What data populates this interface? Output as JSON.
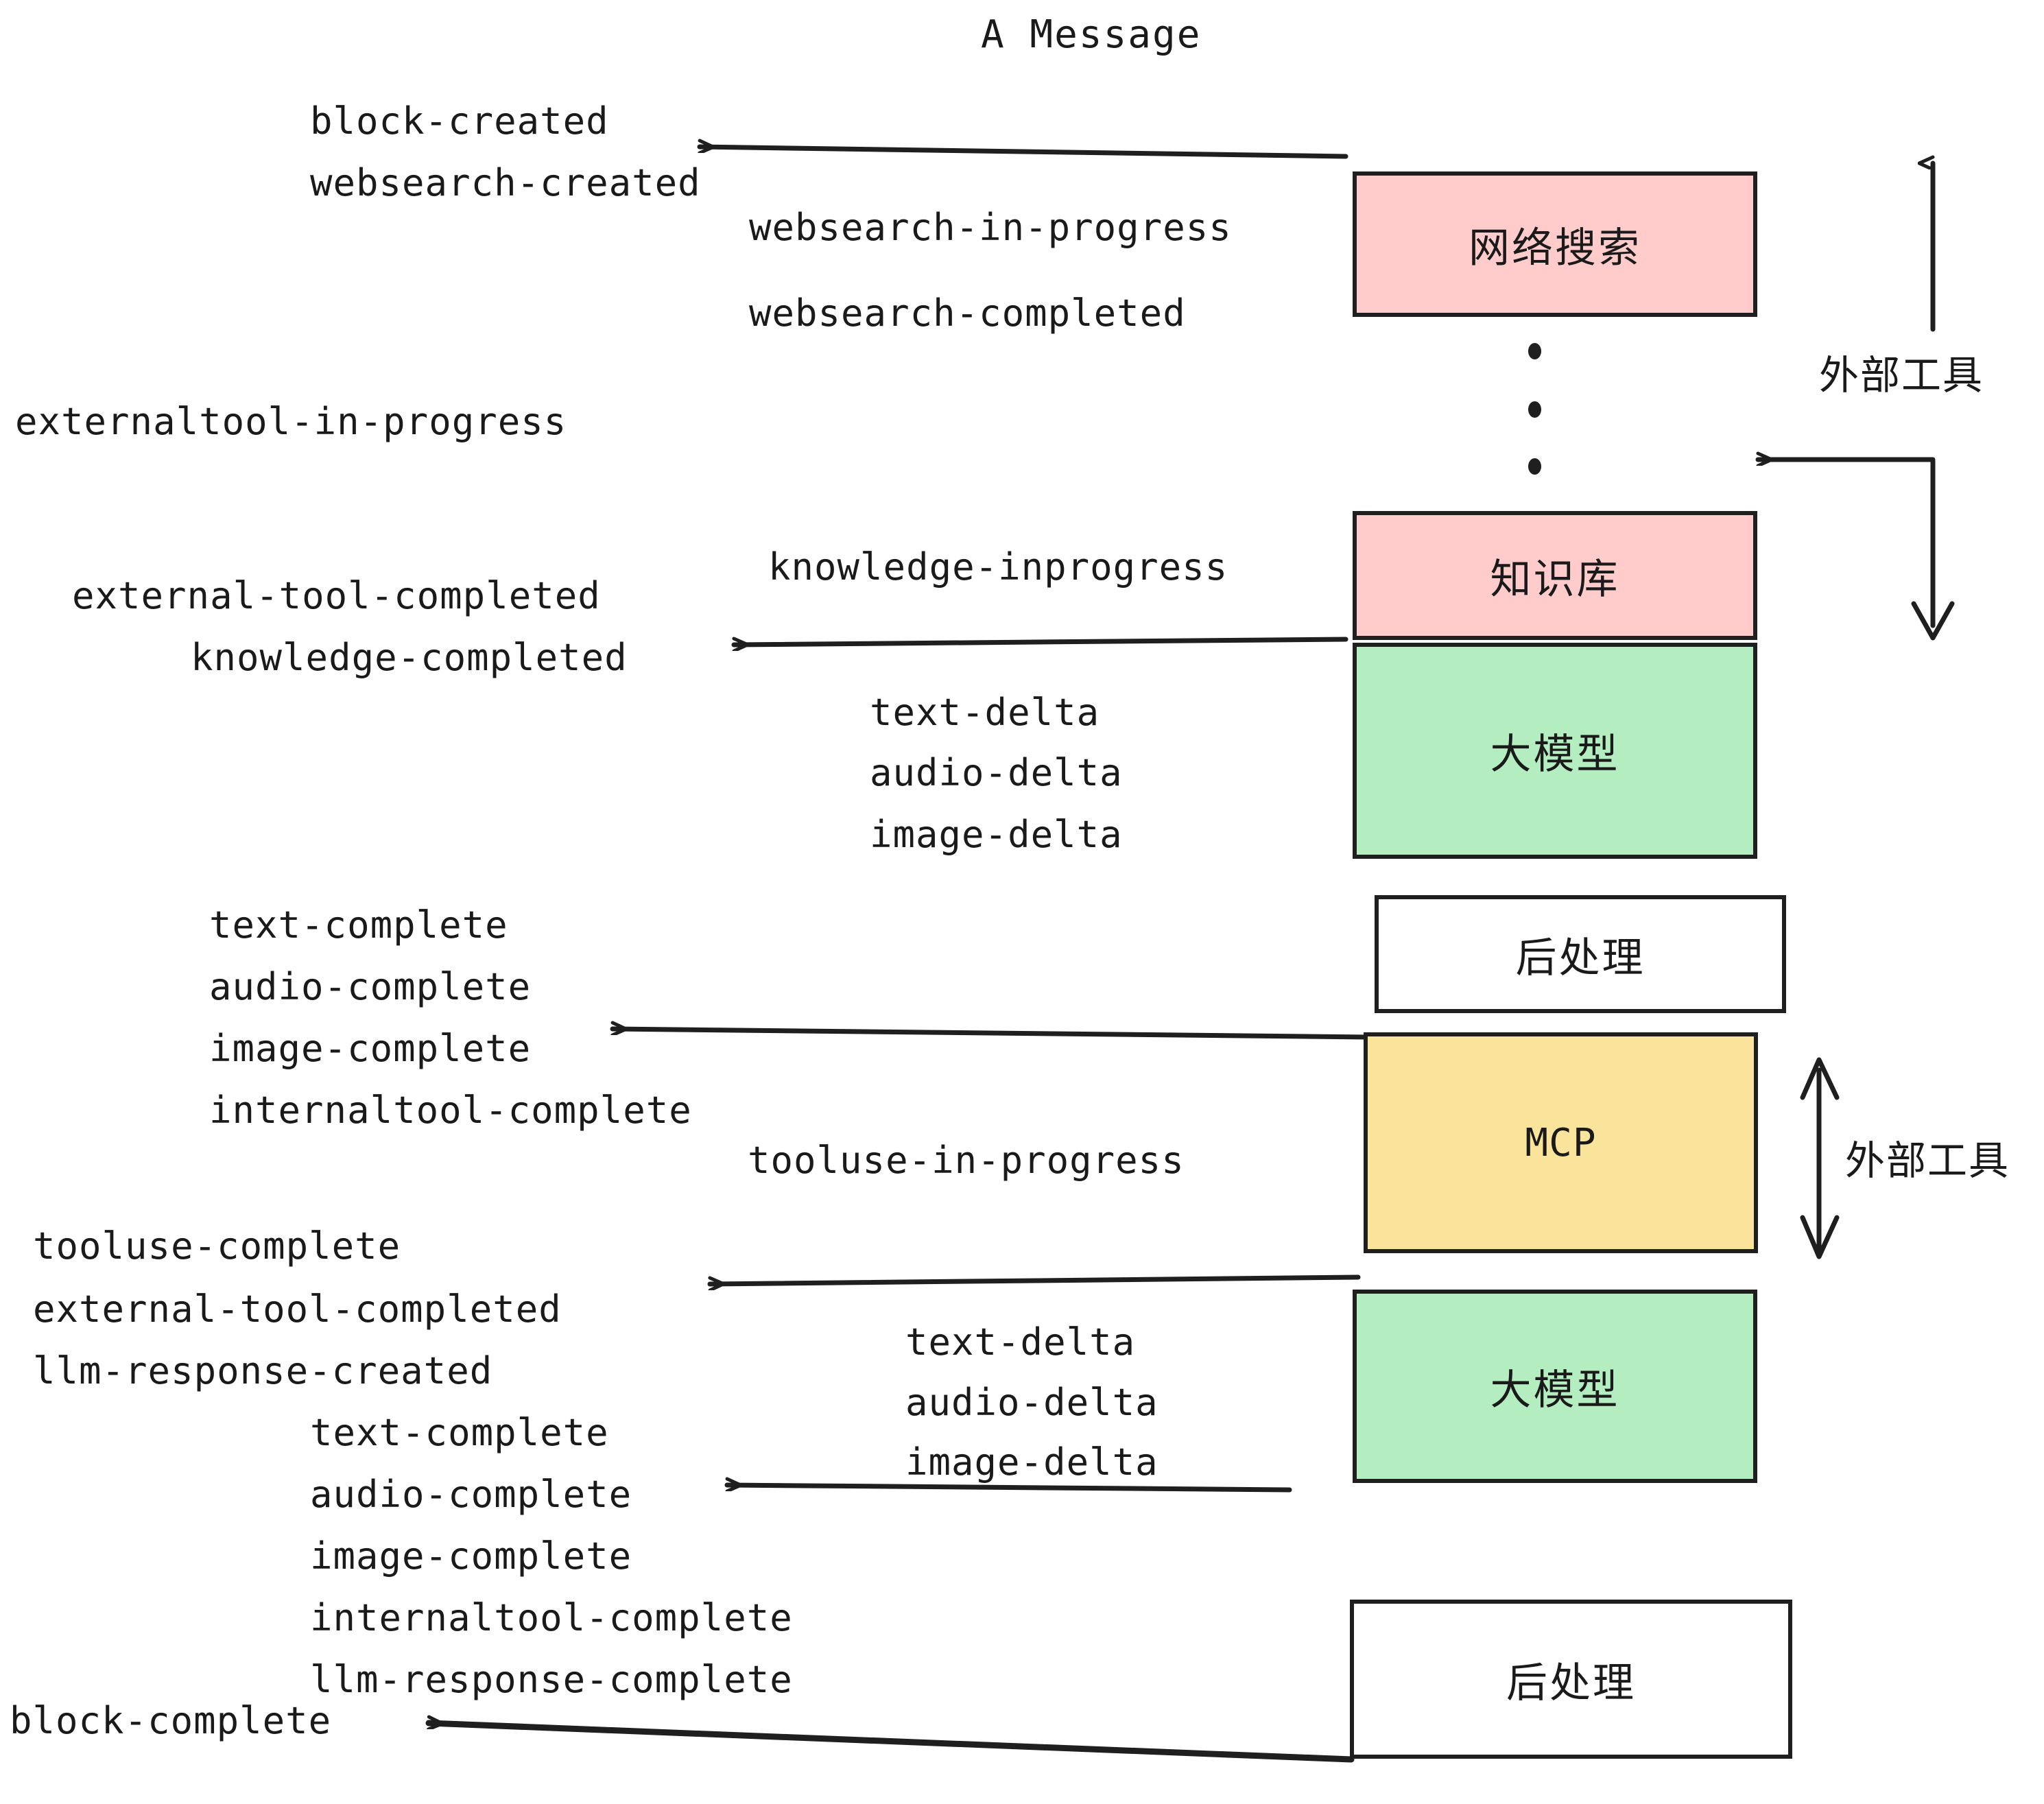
{
  "diagram": {
    "title": "A Message",
    "boxes": [
      {
        "id": "websearch",
        "label": "网络搜索",
        "color": "#ffcccb",
        "kind": "cjk"
      },
      {
        "id": "knowledge",
        "label": "知识库",
        "color": "#ffcccb",
        "kind": "cjk"
      },
      {
        "id": "llm-1",
        "label": "大模型",
        "color": "#b3edc0",
        "kind": "cjk"
      },
      {
        "id": "postprocess-1",
        "label": "后处理",
        "color": "#ffffff",
        "kind": "cjk"
      },
      {
        "id": "mcp",
        "label": "MCP",
        "color": "#fae49c",
        "kind": "mono"
      },
      {
        "id": "llm-2",
        "label": "大模型",
        "color": "#b3edc0",
        "kind": "cjk"
      },
      {
        "id": "postprocess-2",
        "label": "后处理",
        "color": "#ffffff",
        "kind": "cjk"
      }
    ],
    "side_labels": [
      {
        "id": "external-tools-top",
        "text": "外部工具"
      },
      {
        "id": "external-tools-bottom",
        "text": "外部工具"
      }
    ],
    "events": {
      "block_created": "block-created",
      "websearch_created": "websearch-created",
      "websearch_in_progress": "websearch-in-progress",
      "websearch_completed": "websearch-completed",
      "externaltool_in_progress": "externaltool-in-progress",
      "knowledge_inprogress": "knowledge-inprogress",
      "external_tool_completed_1": "external-tool-completed",
      "knowledge_completed": "knowledge-completed",
      "text_delta_1": "text-delta",
      "audio_delta_1": "audio-delta",
      "image_delta_1": "image-delta",
      "text_complete_1": "text-complete",
      "audio_complete_1": "audio-complete",
      "image_complete_1": "image-complete",
      "internaltool_complete_1": "internaltool-complete",
      "tooluse_in_progress": "tooluse-in-progress",
      "tooluse_complete": "tooluse-complete",
      "external_tool_completed_2": "external-tool-completed",
      "llm_response_created": "llm-response-created",
      "text_delta_2": "text-delta",
      "audio_delta_2": "audio-delta",
      "image_delta_2": "image-delta",
      "text_complete_2": "text-complete",
      "audio_complete_2": "audio-complete",
      "image_complete_2": "image-complete",
      "internaltool_complete_2": "internaltool-complete",
      "llm_response_complete": "llm-response-complete",
      "block_complete": "block-complete"
    },
    "ellipsis_dots": 3,
    "colors": {
      "stroke": "#1f1f1f",
      "pink": "#ffcccb",
      "green": "#b3edc0",
      "yellow": "#fae49c",
      "white": "#ffffff",
      "text": "#1a1a1a",
      "background": "#ffffff"
    }
  }
}
